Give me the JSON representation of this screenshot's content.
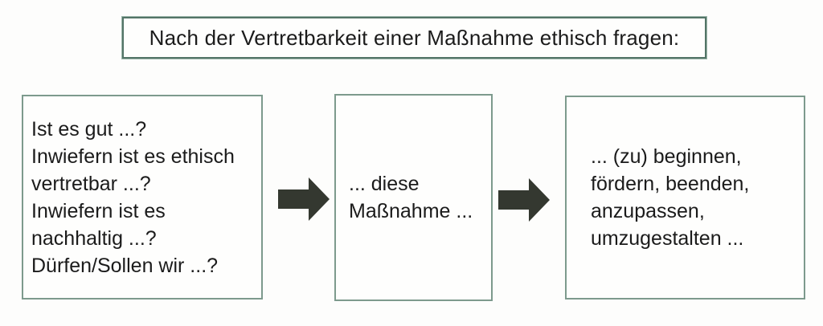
{
  "title": {
    "text": "Nach der Vertretbarkeit einer Maßnahme ethisch fragen:"
  },
  "questions_box": {
    "lines": [
      "Ist es gut ...?",
      "Inwiefern ist es ethisch",
      "vertretbar ...?",
      "Inwiefern ist es",
      "nachhaltig ...?",
      "Dürfen/Sollen wir ...?"
    ]
  },
  "subject_box": {
    "lines": [
      "... diese",
      "Maßnahme ..."
    ]
  },
  "actions_box": {
    "lines": [
      "... (zu) beginnen,",
      "fördern, beenden,",
      "anzupassen,",
      "umzugestalten ..."
    ]
  },
  "icons": {
    "arrow_1": "arrow-right-icon",
    "arrow_2": "arrow-right-icon"
  },
  "colors": {
    "arrow": "#343830",
    "box_border": "#7d9a8d",
    "title_border": "#537467",
    "text": "#1b1b1b",
    "background": "#fdfdfc"
  }
}
